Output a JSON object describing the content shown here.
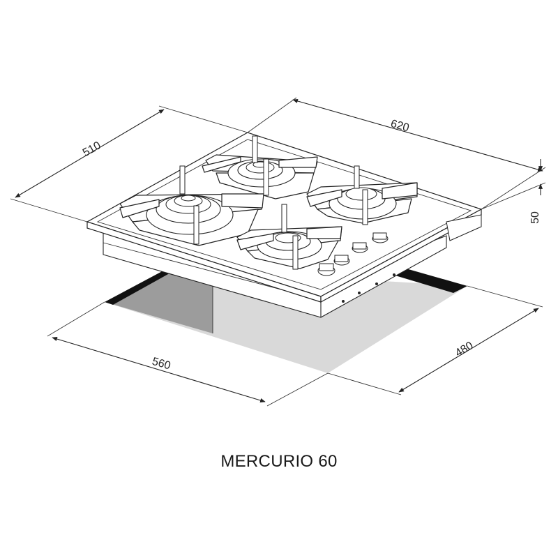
{
  "dimensions": {
    "depth": "510",
    "width": "620",
    "height": "50",
    "cutout_width": "560",
    "cutout_depth": "480"
  },
  "model": {
    "name": "MERCURIO 60"
  },
  "colors": {
    "line": "#222222",
    "cutout_light": "#d8d8d8",
    "cutout_dark": "#9a9a9a",
    "cutout_edge": "#111111"
  }
}
